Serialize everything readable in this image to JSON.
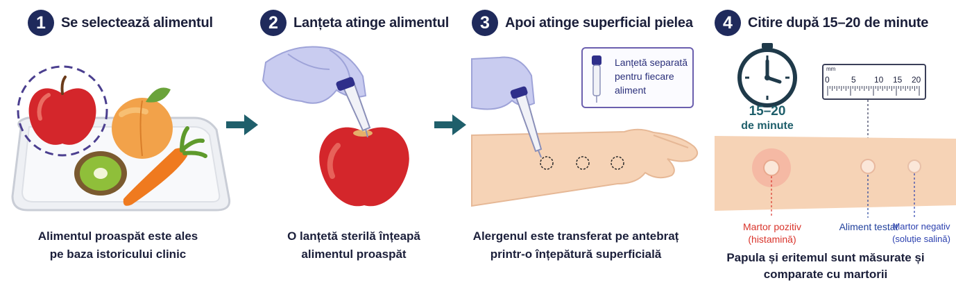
{
  "steps": [
    {
      "number": "1",
      "title": "Se selectează alimentul",
      "caption": [
        "Alimentul proaspăt este ales",
        "pe baza istoricului clinic"
      ]
    },
    {
      "number": "2",
      "title": "Lanțeta atinge alimentul",
      "caption": [
        "O lanțetă sterilă înțeapă",
        "alimentul proaspăt"
      ]
    },
    {
      "number": "3",
      "title": "Apoi atinge superficial pielea",
      "caption": [
        "Alergenul este transferat pe antebraț",
        "printr-o înțepătură superficială"
      ]
    },
    {
      "number": "4",
      "title": "Citire după 15–20 de minute",
      "caption": [
        "Papula și eritemul sunt măsurate și",
        "comparate cu martorii"
      ]
    }
  ],
  "callout": [
    "Lanțetă separată",
    "pentru fiecare",
    "aliment"
  ],
  "timer": [
    "15–20",
    "de minute"
  ],
  "ruler": {
    "unit": "mm",
    "ticks": [
      "0",
      "5",
      "10",
      "15",
      "20"
    ]
  },
  "markers": {
    "positive": [
      "Martor pozitiv",
      "(histamină)"
    ],
    "tested": [
      "Aliment testat"
    ],
    "negative": [
      "Martor negativ",
      "(soluție salină)"
    ]
  },
  "colors": {
    "navy": "#1f2a5c",
    "teal": "#1f5f6b",
    "positive": "#d9342b",
    "tested": "#1f3f9b",
    "negative": "#2a3fae"
  },
  "icons": [
    "apple-icon",
    "peach-icon",
    "kiwi-icon",
    "carrot-icon",
    "gloved-hand-icon",
    "lancet-icon",
    "forearm-icon",
    "stopwatch-icon",
    "ruler-icon",
    "arrow-right-icon"
  ]
}
